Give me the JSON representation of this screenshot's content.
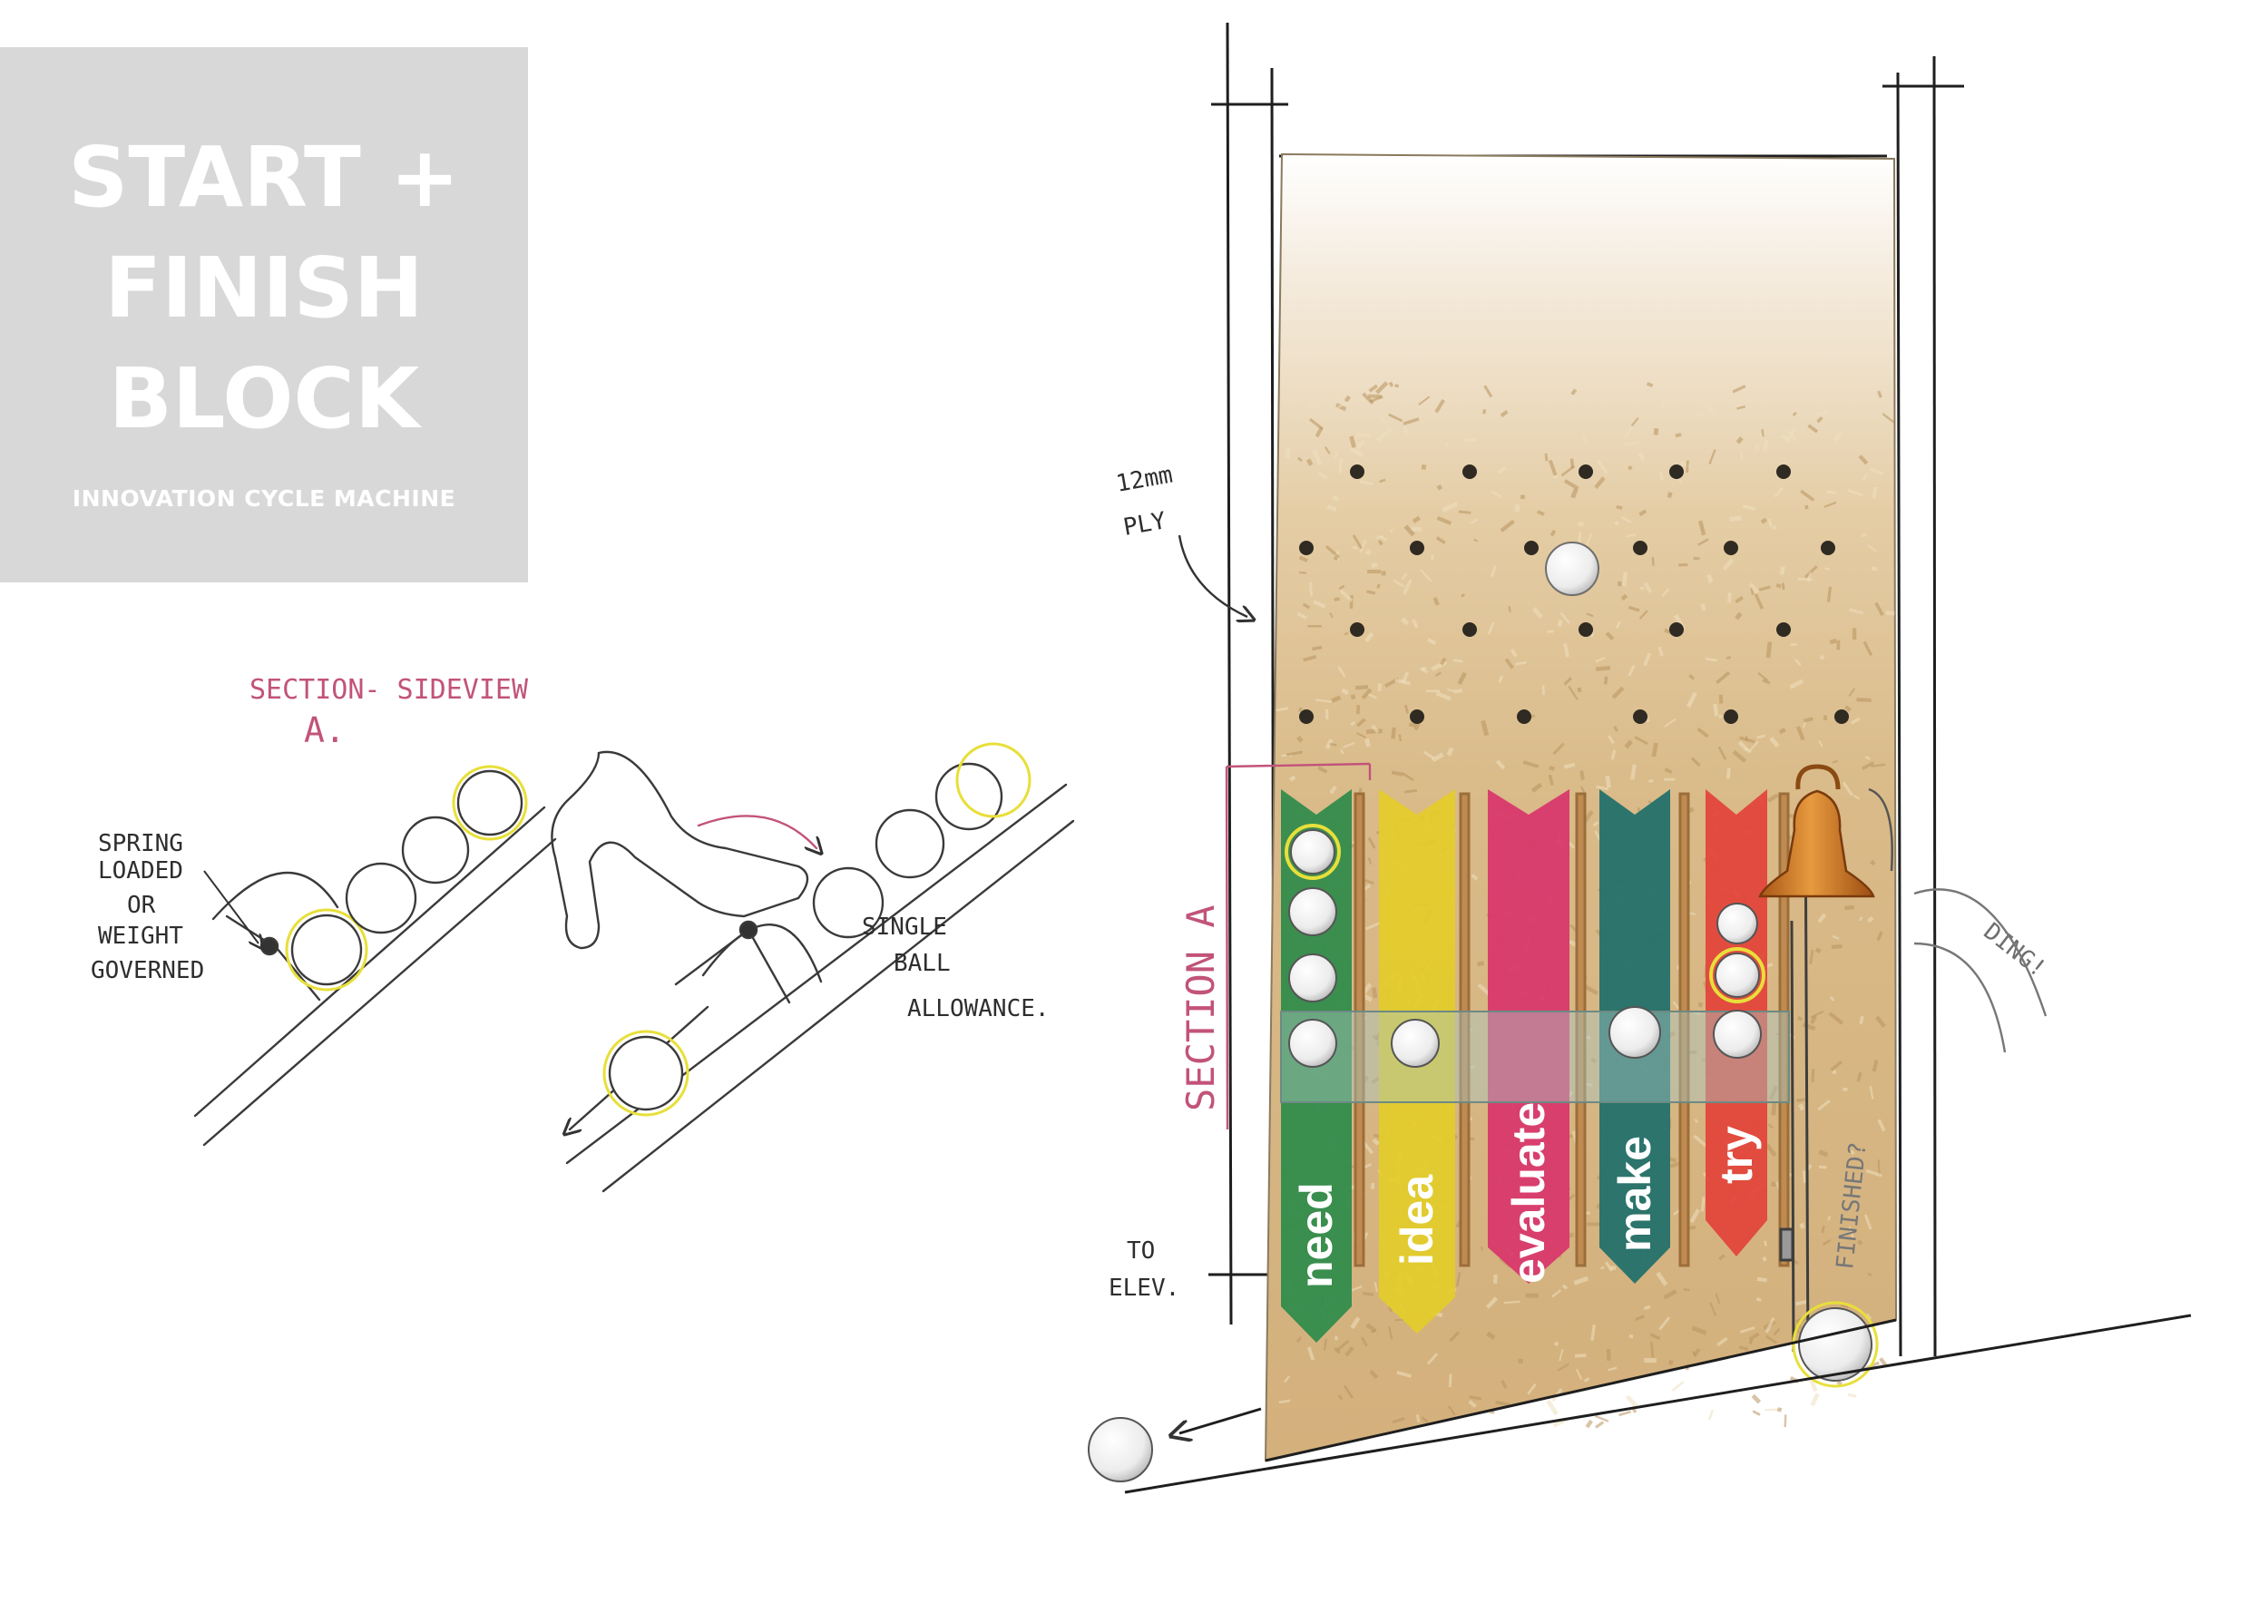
{
  "title": {
    "line1": "START +",
    "line2": "FINISH",
    "line3": "BLOCK",
    "subtitle": "INNOVATION CYCLE MACHINE"
  },
  "section_label": {
    "line1": "SECTION- SIDEVIEW",
    "line2": "A."
  },
  "side_notes": {
    "spring": [
      "SPRING",
      "LOADED",
      "OR",
      "WEIGHT",
      "GOVERNED"
    ],
    "single_ball": [
      "SINGLE",
      "BALL",
      "ALLOWANCE."
    ]
  },
  "front_notes": {
    "ply_line1": "12mm",
    "ply_line2": "PLY",
    "to_elev_line1": "TO",
    "to_elev_line2": "ELEV.",
    "section_a": "SECTION A",
    "finished": "FINISHED?",
    "ding": "DING!"
  },
  "stages": [
    {
      "label": "need",
      "color": "#2e8b4a"
    },
    {
      "label": "idea",
      "color": "#e3cc2a"
    },
    {
      "label": "evaluate",
      "color": "#d8366c"
    },
    {
      "label": "make",
      "color": "#1f6f6a"
    },
    {
      "label": "try",
      "color": "#e2443a"
    }
  ],
  "colors": {
    "panel": "#d8d8d8",
    "board": "#d8b785",
    "bell": "#d7822a",
    "accent_pink": "#c2537a",
    "highlight_yellow": "#e8df3a"
  }
}
